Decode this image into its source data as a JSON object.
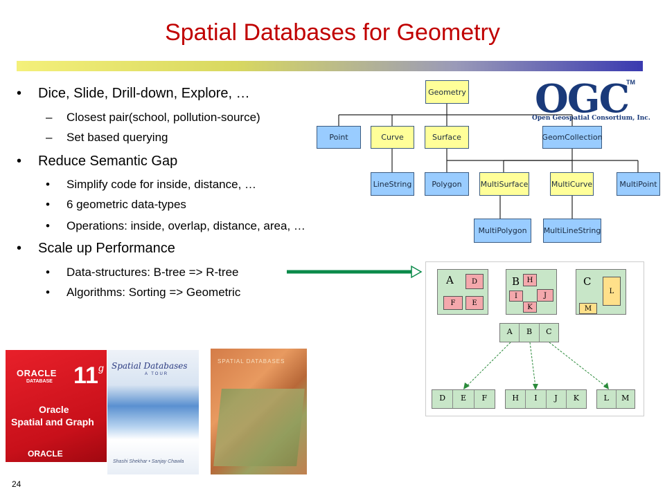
{
  "slide": {
    "title": "Spatial Databases for Geometry",
    "number": "24"
  },
  "bullets": [
    {
      "level": 1,
      "mark": "•",
      "text": "Dice, Slide, Drill-down, Explore, …"
    },
    {
      "level": 2,
      "mark": "–",
      "text": "Closest pair(school, pollution-source)"
    },
    {
      "level": 2,
      "mark": "–",
      "text": "Set based querying"
    },
    {
      "level": 1,
      "mark": "•",
      "text": "Reduce Semantic Gap"
    },
    {
      "level": 2,
      "mark": "•",
      "text": "Simplify code for inside, distance, …"
    },
    {
      "level": 2,
      "mark": "•",
      "text": "6 geometric data-types"
    },
    {
      "level": 2,
      "mark": "•",
      "text": "Operations: inside, overlap, distance, area, …"
    },
    {
      "level": 1,
      "mark": "•",
      "text": "Scale up Performance"
    },
    {
      "level": 2,
      "mark": "•",
      "text": "Data-structures: B-tree => R-tree"
    },
    {
      "level": 2,
      "mark": "•",
      "text": "Algorithms: Sorting => Geometric"
    }
  ],
  "ogc_hierarchy": {
    "nodes": {
      "geometry": "Geometry",
      "point": "Point",
      "curve": "Curve",
      "surface": "Surface",
      "geomcollection": "GeomCollection",
      "linestring": "LineString",
      "polygon": "Polygon",
      "multisurface": "MultiSurface",
      "multicurve": "MultiCurve",
      "multipoint": "MultiPoint",
      "multipolygon": "MultiPolygon",
      "multilinestring": "MultiLineString"
    },
    "colors": {
      "abstract": "#ffff99",
      "concrete": "#99ccff",
      "border": "#3a5a80"
    }
  },
  "ogc_logo": {
    "text": "OGC",
    "tm": "TM",
    "subtitle": "Open Geospatial Consortium, Inc."
  },
  "rtree_figure": {
    "region_a": {
      "label": "A",
      "cells": [
        "D",
        "F",
        "E"
      ]
    },
    "region_b": {
      "label": "B",
      "cells": [
        "H",
        "I",
        "J",
        "K"
      ]
    },
    "region_c": {
      "label": "C",
      "cells": [
        "L",
        "M"
      ]
    },
    "root": [
      "A",
      "B",
      "C"
    ],
    "leaves": [
      [
        "D",
        "E",
        "F"
      ],
      [
        "H",
        "I",
        "J",
        "K"
      ],
      [
        "L",
        "M"
      ]
    ]
  },
  "books": {
    "oracle": {
      "brand_top": "ORACLE",
      "database": "DATABASE",
      "version": "11",
      "version_sup": "g",
      "line1": "Oracle",
      "line2": "Spatial and Graph",
      "brand_bottom": "ORACLE"
    },
    "spatial_tour": {
      "title": "Spatial Databases",
      "subtitle": "A TOUR",
      "authors": "Shashi Shekhar • Sanjay Chawla"
    },
    "spatial_applications": {
      "title": "SPATIAL DATABASES"
    }
  },
  "colors": {
    "title": "#c00000",
    "arrow": "#0a8a4a"
  }
}
